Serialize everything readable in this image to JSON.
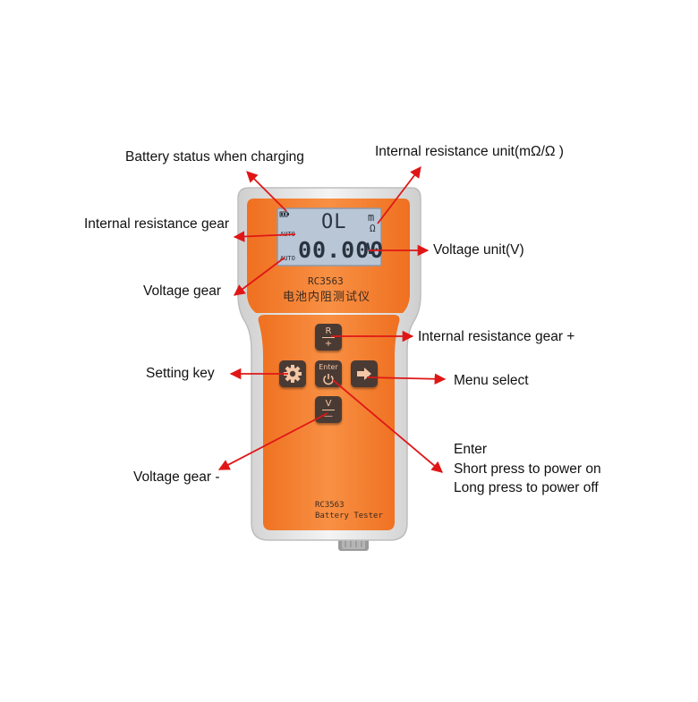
{
  "colors": {
    "body_orange": "#f47c2a",
    "panel_orange": "#f68a3c",
    "shell": "#e8e8e8",
    "lcd": "#b8c4d4",
    "lcd_text": "#2a3340",
    "button": "#4a3a34",
    "arrow": "#e01616"
  },
  "device": {
    "model_top": "RC3563",
    "title_cn": "电池内阻测试仪",
    "model_bottom": "RC3563",
    "subtitle": "Battery Tester"
  },
  "lcd": {
    "resistance_value": "OL",
    "resistance_unit_top": "m",
    "resistance_unit_bottom": "Ω",
    "voltage_value": "00.000",
    "voltage_unit": "V",
    "auto_top": "AUTO",
    "auto_bottom": "AUTO"
  },
  "buttons": {
    "r_plus_top": "R",
    "r_plus_bottom": "+",
    "enter": "Enter",
    "v_minus_top": "V",
    "v_minus_bottom": "—"
  },
  "annotations": {
    "battery_status": "Battery status when charging",
    "resistance_unit": "Internal resistance unit(mΩ/Ω )",
    "resistance_gear": "Internal resistance gear",
    "voltage_unit": "Voltage unit(V)",
    "voltage_gear": "Voltage gear",
    "resistance_gear_plus": "Internal resistance gear +",
    "setting_key": "Setting key",
    "menu_select": "Menu select",
    "enter_line1": "Enter",
    "enter_line2": "Short press to power on",
    "enter_line3": "Long press to power off",
    "voltage_gear_minus": "Voltage gear -"
  }
}
